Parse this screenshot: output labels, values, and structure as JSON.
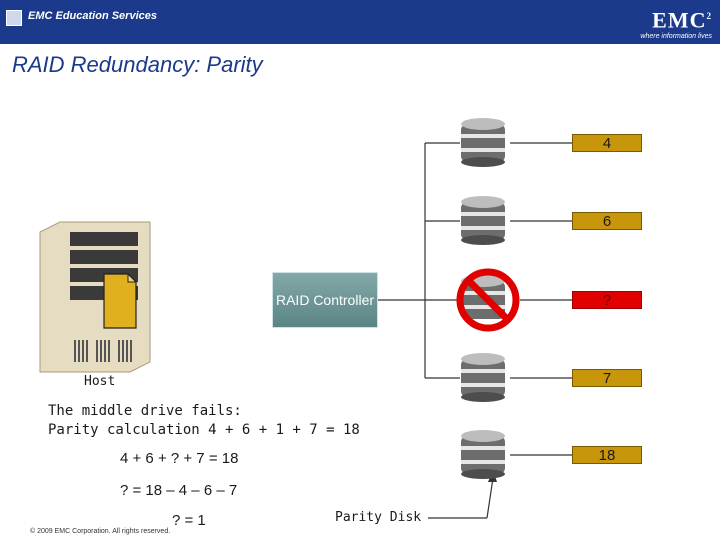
{
  "header": {
    "left_text": "EMC Education Services",
    "logo": "EMC",
    "logo_sup": "2",
    "tagline": "where information lives"
  },
  "title": "RAID Redundancy: Parity",
  "drives": [
    {
      "value": "4",
      "status": "ok"
    },
    {
      "value": "6",
      "status": "ok"
    },
    {
      "value": "?",
      "status": "failed"
    },
    {
      "value": "7",
      "status": "ok"
    },
    {
      "value": "18",
      "status": "parity"
    }
  ],
  "controller_label": "RAID Controller",
  "host_label": "Host",
  "text": {
    "line1": "The middle drive fails:",
    "line2": "Parity calculation  4 + 6 + 1 + 7 = 18",
    "calc1": "4 + 6 + ? + 7 = 18",
    "calc2": "? = 18 – 4 – 6 – 7",
    "calc3": "? = 1"
  },
  "parity_label": "Parity Disk",
  "copyright": "© 2009 EMC Corporation. All rights reserved.",
  "colors": {
    "header_bg": "#1b3a8c",
    "drive_box": "#c8960a",
    "failed_box": "#e00000",
    "controller": "#6f9595",
    "no_sign": "#e00000"
  }
}
